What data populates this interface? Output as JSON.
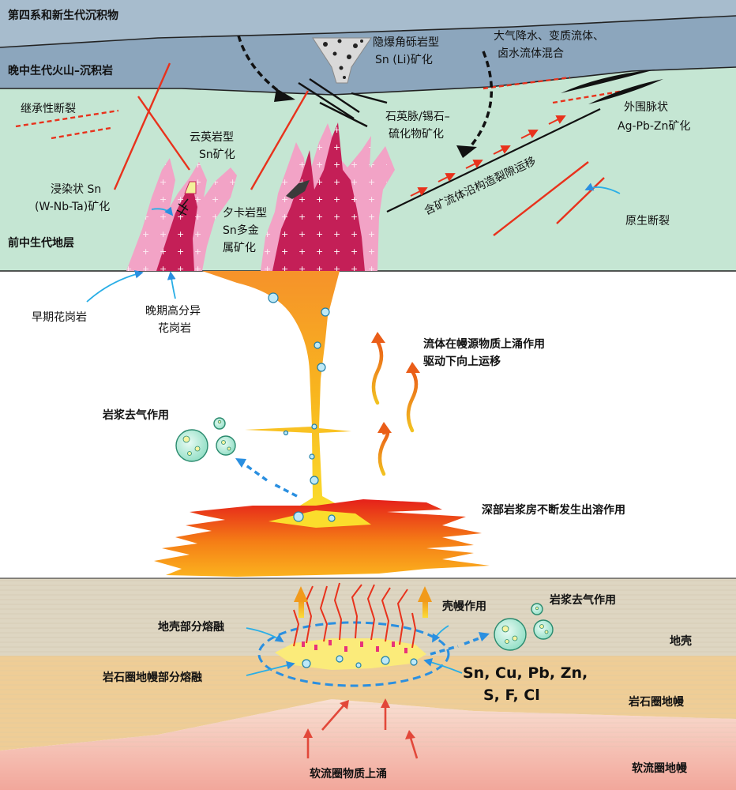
{
  "colors": {
    "quaternary": "#a2b7c8",
    "volcanic": "#8ca6bd",
    "strata": "#c5e6d3",
    "crust": "#ded6c2",
    "lith_mantle": "#efcd96",
    "asthenosphere": "#f6d3c8",
    "granite_early": "#f2a3c6",
    "granite_late": "#c41f57",
    "magma_orange": "#f6a21e",
    "fault_red": "#e8321c",
    "arrow_blue": "#2a8fe0"
  },
  "layers": {
    "quaternary": "第四系和新生代沉积物",
    "volcanic": "晚中生代火山–沉积岩",
    "strata": "前中生代地层",
    "crust": "地壳",
    "lith_mantle": "岩石圈地幔",
    "asthenosphere": "软流圈地幔"
  },
  "labels": {
    "breccia": [
      "隐爆角砾岩型",
      "Sn (Li)矿化"
    ],
    "meteoric": [
      "大气降水、变质流体、",
      "卤水流体混合"
    ],
    "inherited_fault": "继承性断裂",
    "greisen": [
      "云英岩型",
      "Sn矿化"
    ],
    "quartz_vein": [
      "石英脉/锡石–",
      "硫化物矿化"
    ],
    "peripheral_vein": [
      "外围脉状",
      "Ag-Pb-Zn矿化"
    ],
    "disseminated": [
      "浸染状 Sn",
      "(W-Nb-Ta)矿化"
    ],
    "skarn": [
      "夕卡岩型",
      "Sn多金",
      "属矿化"
    ],
    "fluid_migration": "含矿流体沿构造裂隙运移",
    "primary_fault": "原生断裂",
    "early_granite": "早期花岗岩",
    "late_granite": [
      "晚期高分异",
      "花岗岩"
    ],
    "fluid_upwelling": [
      "流体在幔源物质上涌作用",
      "驱动下向上运移"
    ],
    "degassing_upper": "岩浆去气作用",
    "exsolution": "深部岩浆房不断发生出溶作用",
    "crust_mantle": "壳幔作用",
    "degassing_lower": "岩浆去气作用",
    "crust_melting": "地壳部分熔融",
    "mantle_melting": "岩石圈地幔部分熔融",
    "elements": [
      "Sn, Cu, Pb, Zn,",
      "S, F, Cl"
    ],
    "asthenosphere_upwelling": "软流圈物质上涌"
  }
}
